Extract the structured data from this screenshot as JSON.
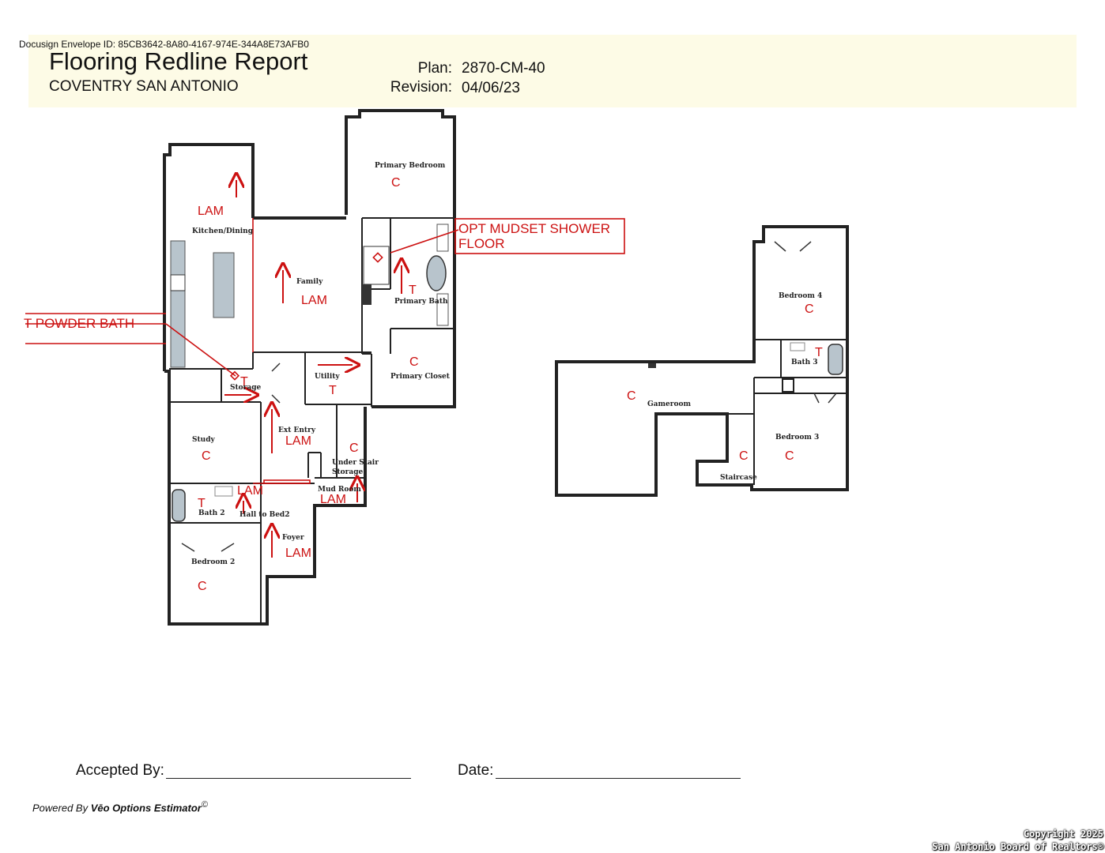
{
  "header": {
    "envelope_id": "Docusign Envelope ID: 85CB3642-8A80-4167-974E-344A8E73AFB0",
    "title": "Flooring Redline Report",
    "community": "COVENTRY SAN ANTONIO",
    "plan_label": "Plan:",
    "plan_value": "2870-CM-40",
    "revision_label": "Revision:",
    "revision_value": "04/06/23"
  },
  "first_floor": {
    "rooms": {
      "primary_bedroom": "Primary Bedroom",
      "kitchen_dining": "Kitchen/Dining",
      "family": "Family",
      "primary_bath": "Primary Bath",
      "primary_closet": "Primary Closet",
      "utility": "Utility",
      "storage": "Storage",
      "ext_entry": "Ext Entry",
      "study": "Study",
      "under_stair_storage_1": "Under Stair",
      "under_stair_storage_2": "Storage",
      "mud_room": "Mud Room",
      "bath_2": "Bath 2",
      "hall_to_bed2": "Hall to Bed2",
      "foyer": "Foyer",
      "bedroom_2": "Bedroom 2"
    },
    "codes": {
      "primary_bedroom": "C",
      "kitchen": "LAM",
      "family": "LAM",
      "primary_bath": "T",
      "primary_closet": "C",
      "utility": "T",
      "storage": "T",
      "ext_entry": "LAM",
      "study": "C",
      "under_stair": "C",
      "mud_room": "LAM",
      "bath_2": "T",
      "hall": "LAM",
      "foyer": "LAM",
      "bedroom_2": "C"
    },
    "callouts": {
      "mudset_line1": "OPT MUDSET SHOWER",
      "mudset_line2": "FLOOR",
      "powder_bath": "T POWDER BATH"
    }
  },
  "second_floor": {
    "rooms": {
      "bedroom_4": "Bedroom 4",
      "bath_3": "Bath 3",
      "gameroom": "Gameroom",
      "bedroom_3": "Bedroom 3",
      "staircase": "Staircase"
    },
    "codes": {
      "bedroom_4": "C",
      "bath_3": "T",
      "gameroom": "C",
      "bedroom_3": "C",
      "staircase": "C"
    }
  },
  "signature": {
    "accepted_label": "Accepted By:",
    "date_label": "Date:"
  },
  "footer": {
    "powered_prefix": "Powered By ",
    "powered_product": "Vēo Options Estimator",
    "powered_mark": "©",
    "copyright_line1": "Copyright 2025",
    "copyright_line2": "San Antonio Board of Realtors®"
  },
  "colors": {
    "wall": "#222222",
    "redline": "#cc1111",
    "header_band": "#fdfbe6",
    "fixture": "#b8c4cc"
  }
}
